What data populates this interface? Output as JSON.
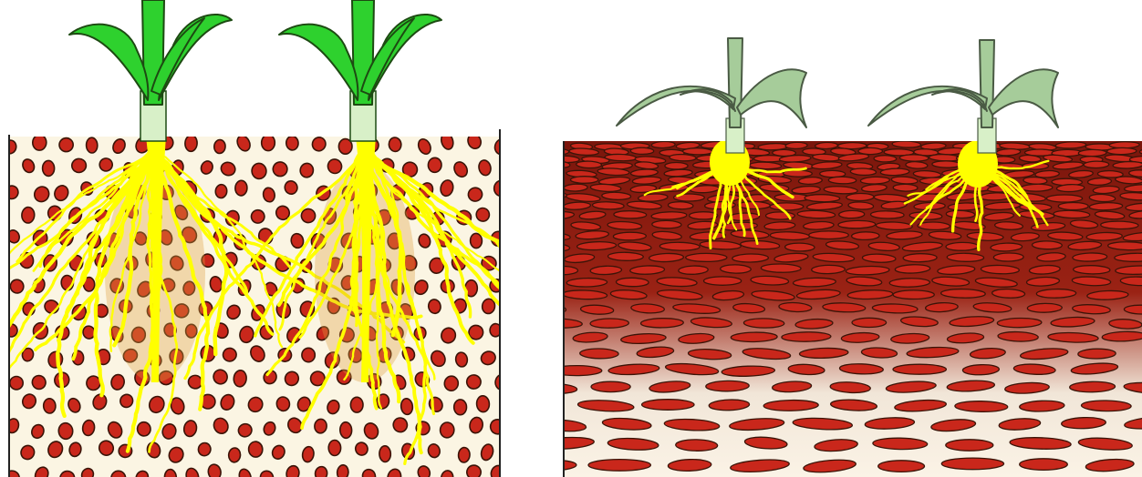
{
  "panels": [
    {
      "id": "loose-soil",
      "plants": 2,
      "soil_state": "loose"
    },
    {
      "id": "compacted-soil",
      "plants": 2,
      "soil_state": "compacted"
    }
  ],
  "colors": {
    "background": "#ffffff",
    "loose_soil_fill": "#fbf5e3",
    "soil_particle": "#c9271b",
    "particle_outline": "#3a1408",
    "compacted_soil_fill": "#8e1a10",
    "root": "#ffff00",
    "root_shadow": "#e0a040",
    "healthy_leaf": "#2ed12e",
    "healthy_leaf_outline": "#1d4a12",
    "stressed_leaf": "#a6cc9a",
    "stressed_leaf_outline": "#4a5a44",
    "stem_base": "#d8f0c8"
  }
}
